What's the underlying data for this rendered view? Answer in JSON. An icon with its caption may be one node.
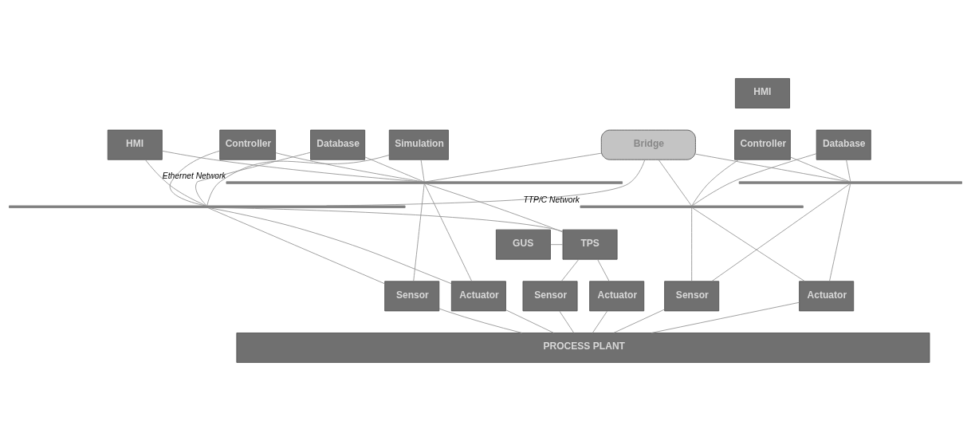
{
  "diagram": {
    "nodes": [
      {
        "text": [
          "Simulation"
        ]
      },
      {
        "text": [
          "HMI"
        ]
      },
      {
        "text": [
          "Controller"
        ]
      },
      {
        "text": [
          "Database"
        ]
      },
      {
        "text": [
          "Bridge"
        ]
      },
      {
        "text": [
          "HMI"
        ]
      },
      {
        "text": [
          "Controller"
        ]
      },
      {
        "text": [
          "Database"
        ]
      },
      {
        "text": [],
        "shape": "bar",
        "beside": [
          "Ethernet Network"
        ]
      },
      {
        "text": [],
        "shape": "bar"
      },
      {
        "text": [],
        "shape": "bar"
      },
      {
        "text": [],
        "shape": "bar",
        "beside": [
          "TTP/C Network"
        ]
      },
      {
        "text": [
          "GUS"
        ]
      },
      {
        "text": [
          "TPS"
        ]
      },
      {
        "text": [
          "Sensor"
        ]
      },
      {
        "text": [
          "Actuator"
        ]
      },
      {
        "text": [
          "Sensor"
        ]
      },
      {
        "text": [
          "Actuator"
        ]
      },
      {
        "text": [
          "Sensor"
        ]
      },
      {
        "text": [
          "Actuator"
        ]
      },
      {
        "text": [
          "PROCESS PLANT"
        ]
      }
    ],
    "edges": [
      {
        "from": 0,
        "to": 8,
        "arrow": "none"
      },
      {
        "from": 0,
        "to": 9,
        "arrow": "none"
      },
      {
        "from": 1,
        "to": 8,
        "arrow": "none"
      },
      {
        "from": 1,
        "to": 9,
        "arrow": "none"
      },
      {
        "from": 2,
        "to": 8,
        "arrow": "none"
      },
      {
        "from": 2,
        "to": 9,
        "arrow": "none"
      },
      {
        "from": 3,
        "to": 8,
        "arrow": "none"
      },
      {
        "from": 3,
        "to": 9,
        "arrow": "none"
      },
      {
        "from": 4,
        "to": 8,
        "arrow": "none"
      },
      {
        "from": 4,
        "to": 9,
        "arrow": "none"
      },
      {
        "from": 4,
        "to": 10,
        "arrow": "none"
      },
      {
        "from": 4,
        "to": 11,
        "arrow": "none"
      },
      {
        "from": 6,
        "to": 10,
        "arrow": "none"
      },
      {
        "from": 6,
        "to": 11,
        "arrow": "none"
      },
      {
        "from": 7,
        "to": 10,
        "arrow": "none"
      },
      {
        "from": 7,
        "to": 11,
        "arrow": "none"
      },
      {
        "from": 8,
        "to": 13,
        "arrow": "none"
      },
      {
        "from": 9,
        "to": 13,
        "arrow": "none"
      },
      {
        "from": 8,
        "to": 16,
        "arrow": "none"
      },
      {
        "from": 9,
        "to": 16,
        "arrow": "none"
      },
      {
        "from": 8,
        "to": 17,
        "arrow": "none"
      },
      {
        "from": 9,
        "to": 17,
        "arrow": "none"
      },
      {
        "from": 10,
        "to": 18,
        "arrow": "none"
      },
      {
        "from": 11,
        "to": 18,
        "arrow": "none"
      },
      {
        "from": 10,
        "to": 19,
        "arrow": "none"
      },
      {
        "from": 11,
        "to": 19,
        "arrow": "none"
      },
      {
        "from": 12,
        "to": 13,
        "arrow": "none"
      },
      {
        "from": 13,
        "to": 14,
        "arrow": "none"
      },
      {
        "from": 13,
        "to": 15,
        "arrow": "none"
      },
      {
        "from": 14,
        "to": 20,
        "arrow": "none"
      },
      {
        "from": 15,
        "to": 20,
        "arrow": "none"
      },
      {
        "from": 16,
        "to": 20,
        "arrow": "none"
      },
      {
        "from": 17,
        "to": 20,
        "arrow": "none"
      },
      {
        "from": 18,
        "to": 20,
        "arrow": "none"
      },
      {
        "from": 19,
        "to": 20,
        "arrow": "none"
      }
    ]
  }
}
